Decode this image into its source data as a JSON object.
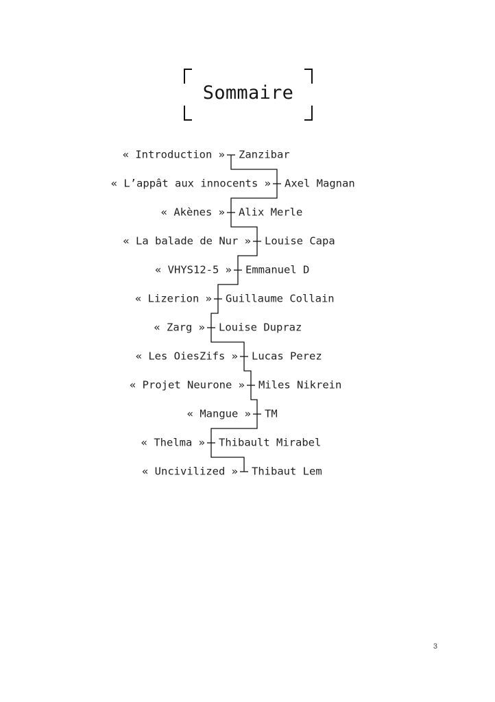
{
  "title": "Sommaire",
  "entries": [
    {
      "work": "« Introduction »",
      "author": "Zanzibar"
    },
    {
      "work": "« L’appât aux innocents »",
      "author": "Axel Magnan"
    },
    {
      "work": "« Akènes »",
      "author": "Alix Merle"
    },
    {
      "work": "« La balade de Nur »",
      "author": "Louise Capa"
    },
    {
      "work": "« VHYS12-5 »",
      "author": "Emmanuel D"
    },
    {
      "work": "« Lizerion »",
      "author": "Guillaume Collain"
    },
    {
      "work": "« Zarg »",
      "author": "Louise Dupraz"
    },
    {
      "work": "« Les OiesZifs »",
      "author": "Lucas Perez"
    },
    {
      "work": "« Projet Neurone »",
      "author": "Miles Nikrein"
    },
    {
      "work": "« Mangue »",
      "author": "TM"
    },
    {
      "work": "« Thelma »",
      "author": "Thibault Mirabel"
    },
    {
      "work": "« Uncivilized »",
      "author": "Thibaut Lem"
    }
  ],
  "page_number": "3"
}
